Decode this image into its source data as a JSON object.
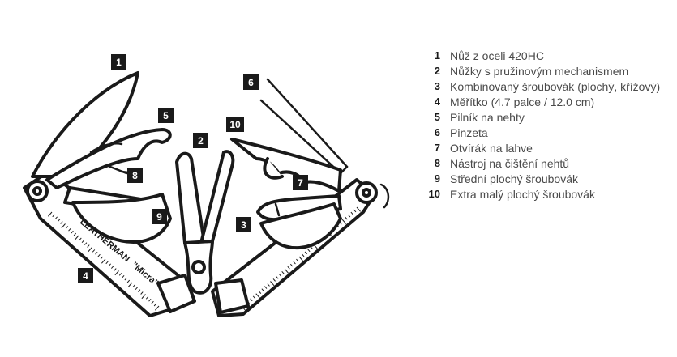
{
  "brand": {
    "name": "LEATHERMAN",
    "model": "\"Micra\""
  },
  "callouts": [
    "1",
    "2",
    "3",
    "4",
    "5",
    "6",
    "7",
    "8",
    "9",
    "10"
  ],
  "legend": [
    {
      "number": "1",
      "label": "Nůž z oceli 420HC"
    },
    {
      "number": "2",
      "label": "Nůžky s pružinovým mechanismem"
    },
    {
      "number": "3",
      "label": "Kombinovaný šroubovák (plochý, křížový)"
    },
    {
      "number": "4",
      "label": "Měřítko (4.7 palce / 12.0 cm)"
    },
    {
      "number": "5",
      "label": "Pilník na nehty"
    },
    {
      "number": "6",
      "label": "Pinzeta"
    },
    {
      "number": "7",
      "label": "Otvírák na lahve"
    },
    {
      "number": "8",
      "label": "Nástroj na čištění nehtů"
    },
    {
      "number": "9",
      "label": "Střední plochý šroubovák"
    },
    {
      "number": "10",
      "label": "Extra malý plochý šroubovák"
    }
  ]
}
